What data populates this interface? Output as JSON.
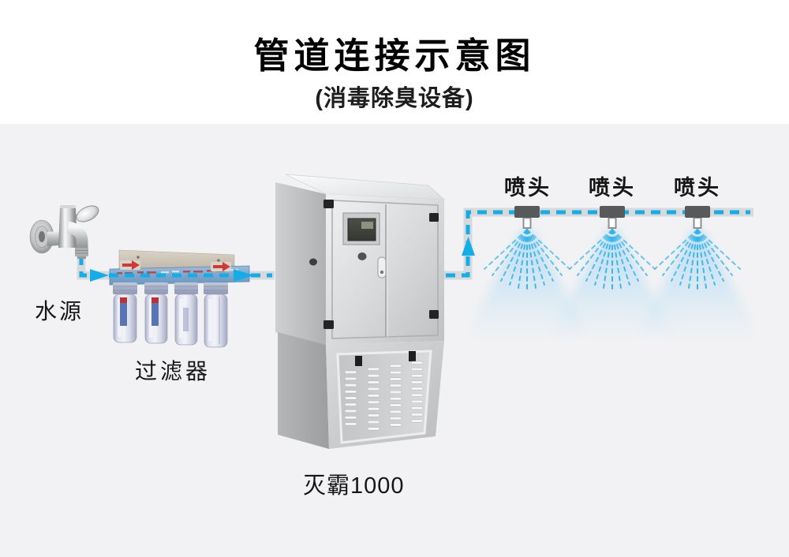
{
  "header": {
    "title": "管道连接示意图",
    "subtitle": "(消毒除臭设备)"
  },
  "labels": {
    "water_source": "水源",
    "filter": "过滤器",
    "machine": "灭霸1000",
    "nozzles": [
      "喷头",
      "喷头",
      "喷头"
    ]
  },
  "colors": {
    "panel_bg": "#f2f2f4",
    "pipe_body": "#d8d9da",
    "pipe_dash": "#15ade8",
    "nozzle_block": "#58595b",
    "spray_blue": "#2fb3ea",
    "manifold_blue": "#7fa6cb",
    "text": "#161616"
  }
}
